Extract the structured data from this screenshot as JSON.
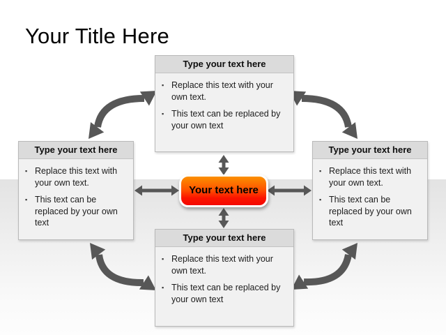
{
  "title": "Your Title Here",
  "boxes": {
    "top": {
      "header": "Type your text here",
      "bullets": [
        "Replace this text with your own text.",
        "This text can be replaced by your own text"
      ]
    },
    "left": {
      "header": "Type your text here",
      "bullets": [
        "Replace this text with your own text.",
        "This text can be replaced by your own text"
      ]
    },
    "right": {
      "header": "Type your text here",
      "bullets": [
        "Replace this text with your own text.",
        "This text can be replaced by your own text"
      ]
    },
    "bottom": {
      "header": "Type your text here",
      "bullets": [
        "Replace this text with your own text.",
        "This text can be replaced by your own text"
      ]
    }
  },
  "center_button": {
    "label": "Your text here"
  },
  "colors": {
    "arrow": "#575757",
    "box_header_bg": "#dbdbdb",
    "box_body_bg": "#f1f1f1",
    "box_border": "#b9b9b9",
    "band_top": "#e3e3e3",
    "band_bottom": "#fdfdfd",
    "button_gradient_top": "#fb9000",
    "button_gradient_bottom": "#f40800",
    "button_border": "#ffffff",
    "body_text": "#1c1c1c"
  }
}
